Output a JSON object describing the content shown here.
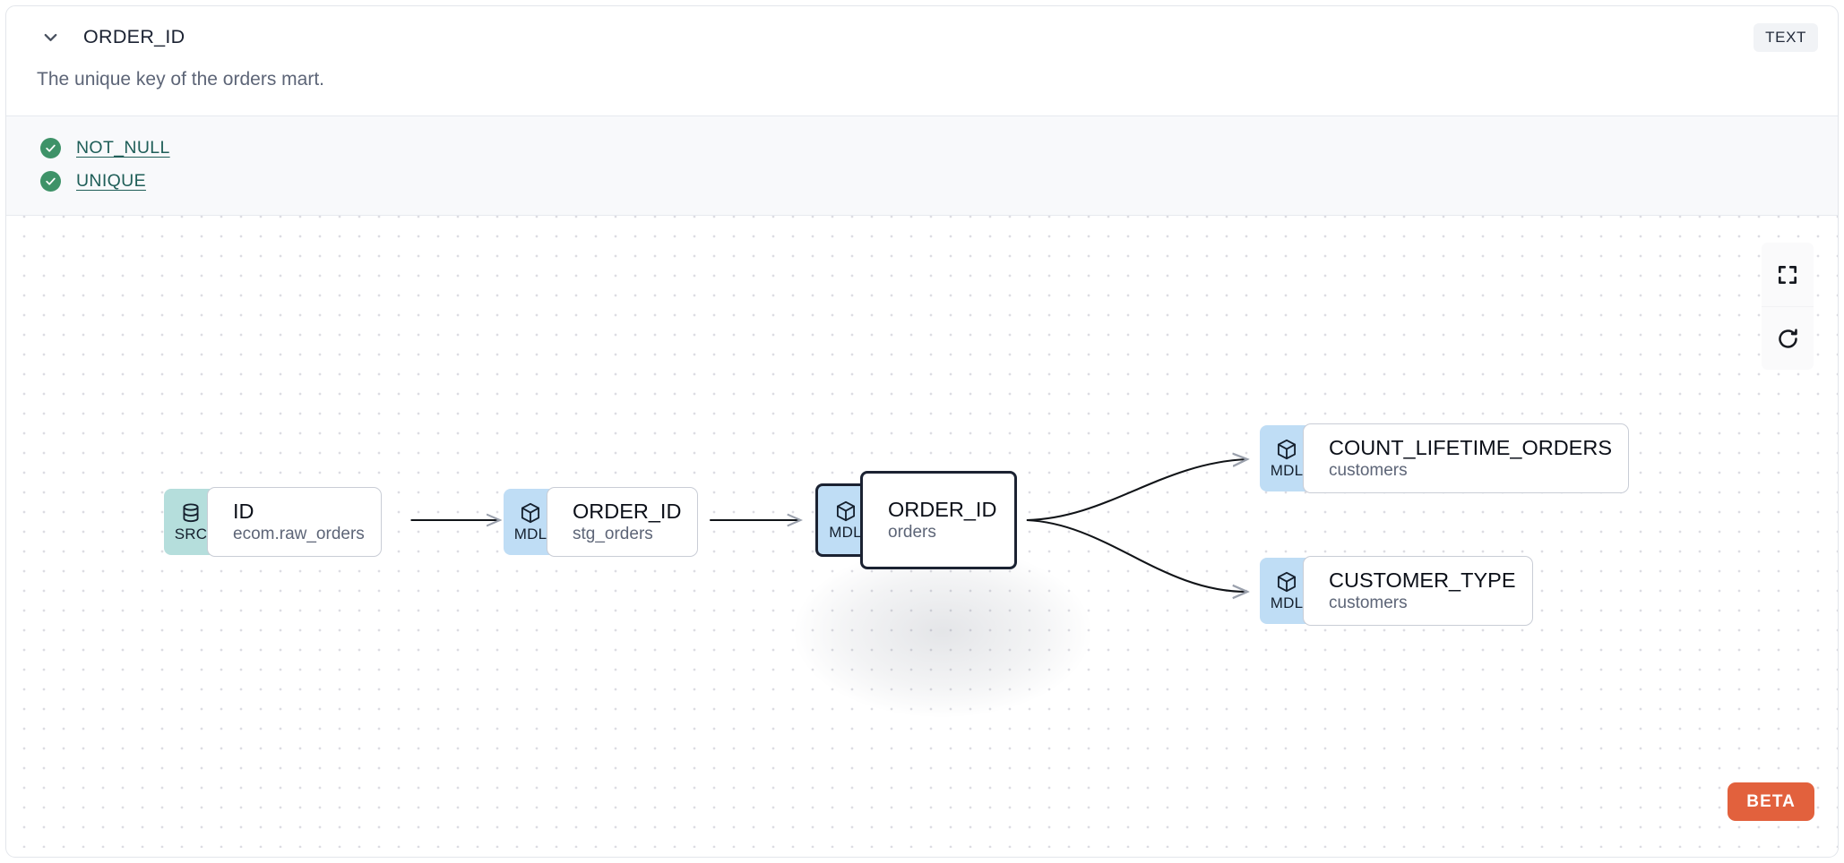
{
  "header": {
    "chevron_icon": "chevron-down-icon",
    "column_name": "ORDER_ID",
    "type_badge": "TEXT"
  },
  "description": "The unique key of the orders mart.",
  "tests": [
    {
      "status_icon": "check-circle-icon",
      "label": "NOT_NULL",
      "status": "pass"
    },
    {
      "status_icon": "check-circle-icon",
      "label": "UNIQUE",
      "status": "pass"
    }
  ],
  "lineage": {
    "nodes": [
      {
        "id": "src-id",
        "badge": "SRC",
        "badge_icon": "database-icon",
        "name": "ID",
        "model": "ecom.raw_orders",
        "selected": false
      },
      {
        "id": "stg-order-id",
        "badge": "MDL",
        "badge_icon": "cube-icon",
        "name": "ORDER_ID",
        "model": "stg_orders",
        "selected": false
      },
      {
        "id": "orders-order-id",
        "badge": "MDL",
        "badge_icon": "cube-icon",
        "name": "ORDER_ID",
        "model": "orders",
        "selected": true
      },
      {
        "id": "count-lifetime-orders",
        "badge": "MDL",
        "badge_icon": "cube-icon",
        "name": "COUNT_LIFETIME_ORDERS",
        "model": "customers",
        "selected": false
      },
      {
        "id": "customer-type",
        "badge": "MDL",
        "badge_icon": "cube-icon",
        "name": "CUSTOMER_TYPE",
        "model": "customers",
        "selected": false
      }
    ],
    "controls": [
      {
        "id": "fit-view",
        "icon": "fit-view-icon"
      },
      {
        "id": "reset",
        "icon": "refresh-icon"
      }
    ],
    "beta_label": "BETA"
  },
  "colors": {
    "src_badge": "#B5DEDC",
    "mdl_badge": "#BFDDF5",
    "test_pass": "#3E9268",
    "test_link": "#1F5E58",
    "beta": "#E2613D",
    "selected_border": "#1B2232"
  }
}
